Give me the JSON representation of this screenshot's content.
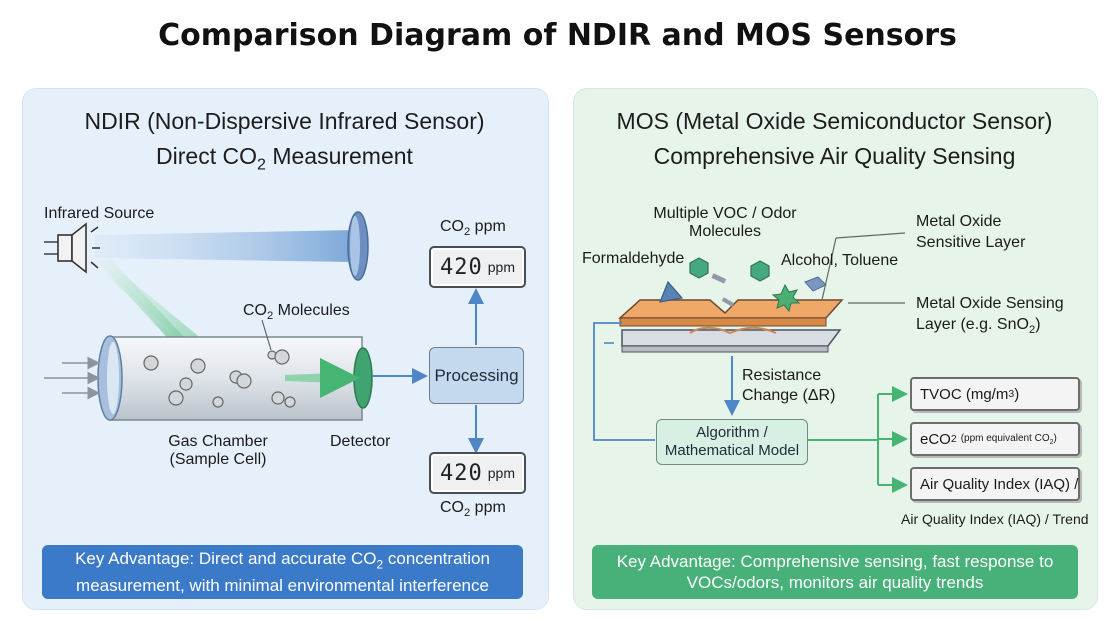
{
  "title": "Comparison Diagram of NDIR and MOS Sensors",
  "ndir": {
    "title_line1": "NDIR (Non-Dispersive Infrared Sensor)",
    "title_line2_prefix": "Direct CO",
    "title_line2_sub": "2",
    "title_line2_suffix": " Measurement",
    "infrared_source": "Infrared Source",
    "co2_molecules_prefix": "CO",
    "co2_molecules_sub": "2",
    "co2_molecules_suffix": " Molecules",
    "gas_chamber_line1": "Gas Chamber",
    "gas_chamber_line2": "(Sample Cell)",
    "detector": "Detector",
    "processing": "Processing",
    "ppm_label_prefix": "CO",
    "ppm_label_sub": "2",
    "ppm_label_suffix": " ppm",
    "display_value": "420",
    "display_unit": "ppm",
    "advantage_line1_prefix": "Key Advantage: Direct and accurate CO",
    "advantage_line1_sub": "2",
    "advantage_line1_suffix": " concentration",
    "advantage_line2": "measurement, with minimal environmental interference"
  },
  "mos": {
    "title_line1": "MOS (Metal Oxide Semiconductor Sensor)",
    "title_line2": "Comprehensive Air Quality Sensing",
    "voc_line1": "Multiple VOC / Odor",
    "voc_line2": "Molecules",
    "formaldehyde": "Formaldehyde",
    "alcohol_toluene": "Alcohol, Toluene",
    "sensitive_layer_line1": "Metal Oxide",
    "sensitive_layer_line2": "Sensitive Layer",
    "sensing_layer_line1": "Metal Oxide Sensing",
    "sensing_layer_line2_prefix": "Layer (e.g. SnO",
    "sensing_layer_line2_sub": "2",
    "sensing_layer_line2_suffix": ")",
    "resistance_line1": "Resistance",
    "resistance_line2": "Change (ΔR)",
    "algorithm_line1": "Algorithm /",
    "algorithm_line2": "Mathematical Model",
    "out_tvoc_prefix": "TVOC (mg/m",
    "out_tvoc_sup": "3",
    "out_tvoc_suffix": ")",
    "out_eco2_prefix": "eCO",
    "out_eco2_sub": "2",
    "out_eco2_small": "(ppm equivalent CO",
    "out_eco2_small_sub": "2",
    "out_eco2_small_suffix": ")",
    "out_iaq": "Air Quality Index (IAQ) /",
    "out_iaq_trend": "Air Quality Index (IAQ) / Trend",
    "advantage_line1": "Key Advantage: Comprehensive sensing, fast response to",
    "advantage_line2": "VOCs/odors, monitors air quality trends"
  },
  "colors": {
    "ndir_panel": "#e6f0fb",
    "mos_panel": "#e6f4ea",
    "ndir_accent": "#3a7ac8",
    "mos_accent": "#47b179",
    "orange_layer": "#f0a868"
  }
}
